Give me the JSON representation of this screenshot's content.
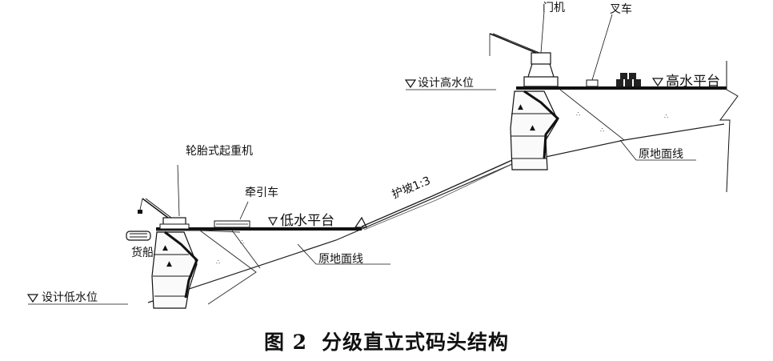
{
  "labels": {
    "design_low_water": "设计低水位",
    "design_high_water": "设计高水位",
    "crawler_crane": "轮胎式起重机",
    "tractor": "牵引车",
    "cargo_ship": "货船",
    "low_platform": "低水平台",
    "high_platform": "高水平台",
    "slope_protection": "护坡1:3",
    "original_ground_lower": "原地面线",
    "original_ground_upper": "原地面线",
    "gantry_crane": "门机",
    "forklift": "叉车"
  },
  "caption": {
    "number": "图 2",
    "title": "分级直立式码头结构"
  }
}
